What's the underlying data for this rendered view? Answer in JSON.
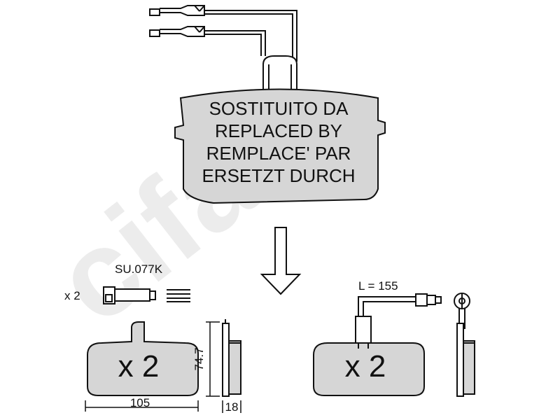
{
  "watermark": {
    "text": "cifam"
  },
  "main_pad": {
    "lines": [
      "SOSTITUITO DA",
      "REPLACED BY",
      "REMPLACE' PAR",
      "ERSETZT DURCH"
    ]
  },
  "left_part": {
    "qty_label": "x 2",
    "sensor_code": "SU.077K",
    "pad_qty": "x 2",
    "width_dim": "105",
    "height_dim": "74.7",
    "thickness_dim": "18"
  },
  "right_part": {
    "cable_length": "L = 155",
    "pad_qty": "x 2"
  },
  "colors": {
    "pad_fill": "#d6d6d6",
    "line": "#111111",
    "watermark": "#e6e6e6"
  }
}
